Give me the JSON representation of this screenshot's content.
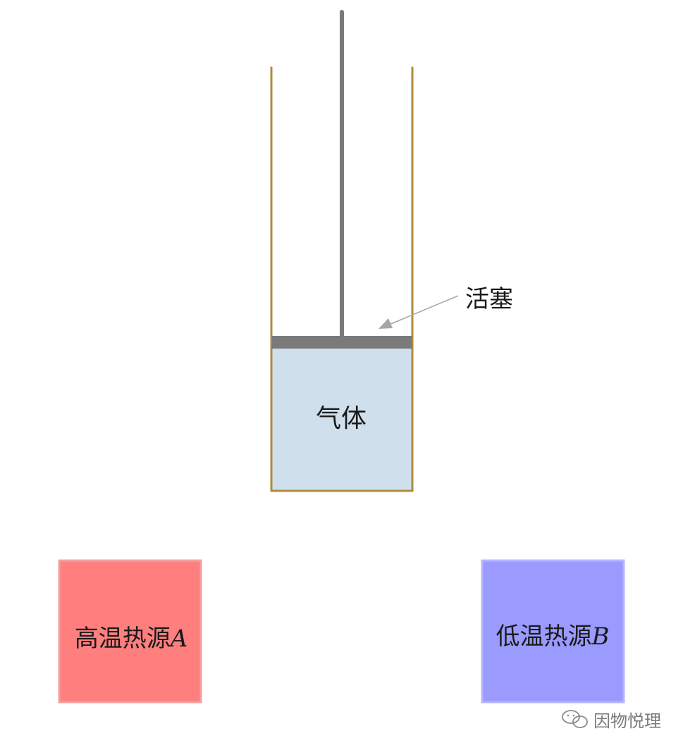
{
  "diagram": {
    "piston_label": "活塞",
    "gas_label": "气体",
    "hot_source": {
      "label": "高温热源",
      "var": "A"
    },
    "cold_source": {
      "label": "低温热源",
      "var": "B"
    }
  },
  "watermark": {
    "text": "因物悦理",
    "icon": "wechat-icon"
  },
  "colors": {
    "cylinder_wall": "#b08a3c",
    "piston": "#7a7a7a",
    "gas_fill": "#cfe0ec",
    "hot_fill": "#ff7f7f",
    "hot_border": "#f0a0a0",
    "cold_fill": "#9a9aff",
    "cold_border": "#b5b5ff",
    "arrow": "#a6a6a6",
    "text": "#1a1a1a",
    "watermark_text": "#7a7a7a"
  }
}
